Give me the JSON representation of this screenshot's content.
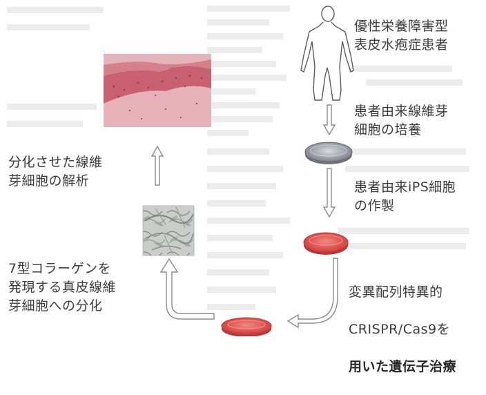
{
  "labels": {
    "patient": "優性栄養障害型\n表皮水疱症患者",
    "culture": "患者由来線維芽\n細胞の培養",
    "ips": "患者由来iPS細胞\nの作製",
    "therapy_line1": "変異配列特異的",
    "therapy_line2": "CRISPR/Cas9を",
    "therapy_line3": "用いた遺伝子治療",
    "analysis": "分化させた線維\n芽細胞の解析",
    "differentiation": "7型コラーゲンを\n発現する真皮線維\n芽細胞への分化"
  },
  "colors": {
    "arrow_stroke": "#8a8a8a",
    "dish_red": "#d94a47",
    "dish_gray": "#9a9ca4",
    "tissue_pink": "#d98a96",
    "cells_bg": "#cfd1cc"
  }
}
